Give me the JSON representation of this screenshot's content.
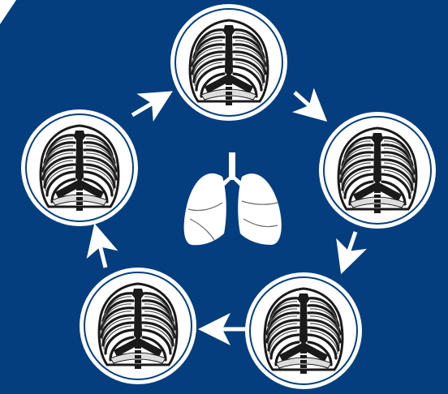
{
  "diagram": {
    "background_color": "#053e7e",
    "corner_color": "#ffffff",
    "circle_fill": "#ffffff",
    "circle_stroke": "#ffffff",
    "arrow_color": "#ffffff",
    "bone_color": "#1a1a1a",
    "nodes": [
      {
        "name": "rib-cage-node-top",
        "icon": "rib-cage-icon"
      },
      {
        "name": "rib-cage-node-right",
        "icon": "rib-cage-icon"
      },
      {
        "name": "rib-cage-node-bottom-right",
        "icon": "rib-cage-icon"
      },
      {
        "name": "rib-cage-node-bottom-left",
        "icon": "rib-cage-icon"
      },
      {
        "name": "rib-cage-node-left",
        "icon": "rib-cage-icon"
      }
    ],
    "center_icon": "lungs-icon",
    "cycle_direction": "clockwise"
  }
}
